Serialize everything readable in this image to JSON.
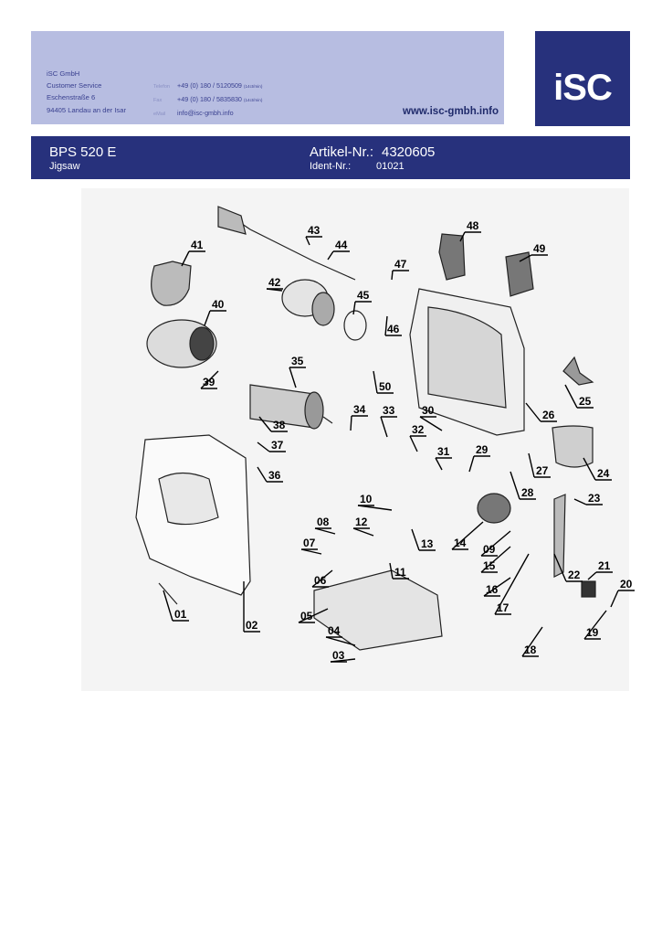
{
  "company": {
    "name": "iSC GmbH",
    "department": "Customer Service",
    "street": "Eschenstraße 6",
    "city": "94405 Landau an der Isar"
  },
  "contact": {
    "phone_label": "Telefon",
    "phone": "+49 (0) 180 / 5120509",
    "phone_note": "(14ct/min)",
    "fax_label": "Fax",
    "fax": "+49 (0) 180 / 5835830",
    "fax_note": "(14ct/min)",
    "email_label": "eMail",
    "email": "info@isc-gmbh.info"
  },
  "website": "www.isc-gmbh.info",
  "logo_text": "iSC",
  "colors": {
    "header_light": "#b7bde1",
    "brand_dark": "#27317c"
  },
  "product": {
    "model": "BPS 520 E",
    "type": "Jigsaw",
    "article_label": "Artikel-Nr.:",
    "article_number": "4320605",
    "ident_label": "Ident-Nr.:",
    "ident_number": "01021"
  },
  "parts": [
    "01",
    "02",
    "03",
    "04",
    "05",
    "06",
    "07",
    "08",
    "09",
    "10",
    "11",
    "12",
    "13",
    "14",
    "15",
    "16",
    "17",
    "18",
    "19",
    "20",
    "21",
    "22",
    "23",
    "24",
    "25",
    "26",
    "27",
    "28",
    "29",
    "30",
    "31",
    "32",
    "33",
    "34",
    "35",
    "36",
    "37",
    "38",
    "39",
    "40",
    "41",
    "42",
    "43",
    "44",
    "45",
    "46",
    "47",
    "48",
    "49",
    "50"
  ]
}
